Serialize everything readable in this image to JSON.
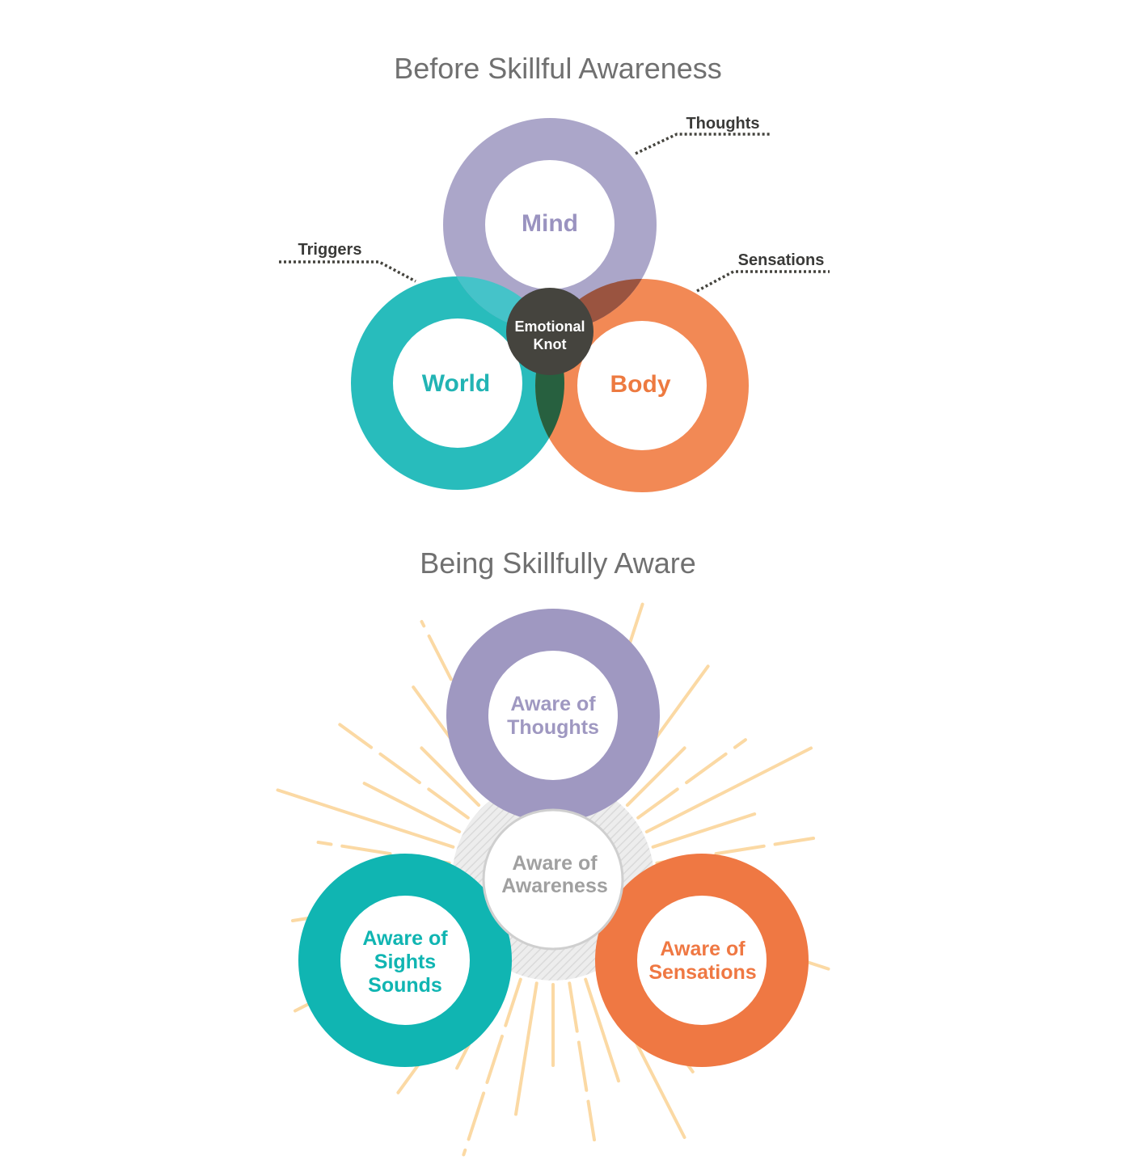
{
  "colors": {
    "mind": "#a8a2c7",
    "world": "#28bcbc",
    "body": "#f28955",
    "knot": "#45443e",
    "thoughts_ring": "#9f98c1",
    "sights_ring": "#10b5b2",
    "sensations_ring": "#ef7843",
    "rays": "#fbd9a4",
    "halo": "#d9d9d9"
  },
  "before": {
    "title": "Before Skillful Awareness",
    "mind": "Mind",
    "world": "World",
    "body": "Body",
    "knot_line1": "Emotional",
    "knot_line2": "Knot",
    "callout_thoughts": "Thoughts",
    "callout_triggers": "Triggers",
    "callout_sensations": "Sensations"
  },
  "after": {
    "title": "Being Skillfully Aware",
    "thoughts_line1": "Aware of",
    "thoughts_line2": "Thoughts",
    "awareness_line1": "Aware of",
    "awareness_line2": "Awareness",
    "sights_line1": "Aware of",
    "sights_line2": "Sights",
    "sights_line3": "Sounds",
    "sensations_line1": "Aware of",
    "sensations_line2": "Sensations"
  }
}
